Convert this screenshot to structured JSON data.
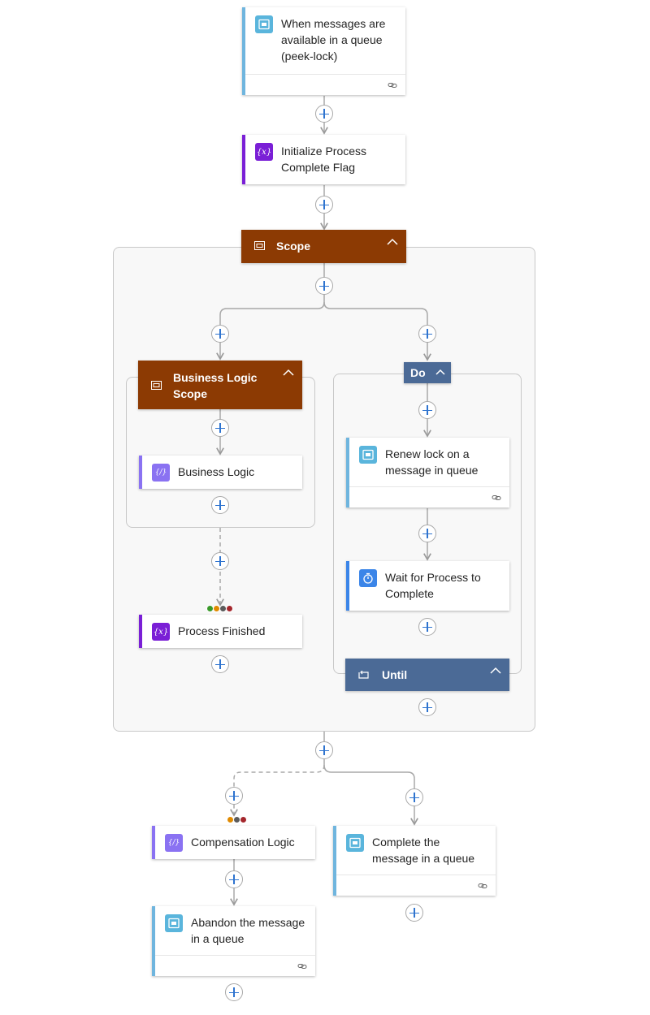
{
  "trigger": {
    "title": "When messages are available in a queue (peek-lock)",
    "icon": "service-bus-icon"
  },
  "init_flag": {
    "title": "Initialize Process Complete Flag",
    "icon": "variable-icon",
    "icon_text": "{x}"
  },
  "scope": {
    "title": "Scope",
    "icon": "scope-icon"
  },
  "business_scope": {
    "title": "Business Logic Scope",
    "icon": "scope-icon"
  },
  "business_logic": {
    "title": "Business Logic",
    "icon": "code-icon",
    "icon_text": "{/}"
  },
  "process_finished": {
    "title": "Process Finished",
    "icon": "variable-icon",
    "icon_text": "{x}"
  },
  "do_loop": {
    "title": "Do",
    "until_title": "Until",
    "icon": "loop-icon"
  },
  "renew_lock": {
    "title": "Renew lock on a message in queue",
    "icon": "service-bus-icon"
  },
  "wait": {
    "title": "Wait for Process to Complete",
    "icon": "timer-icon"
  },
  "compensation": {
    "title": "Compensation Logic",
    "icon": "code-icon",
    "icon_text": "{/}"
  },
  "complete_message": {
    "title": "Complete the message in a queue",
    "icon": "service-bus-icon"
  },
  "abandon_message": {
    "title": "Abandon the message in a queue",
    "icon": "service-bus-icon"
  },
  "colors": {
    "scope_header": "#8c3a03",
    "loop_header": "#4b6a96",
    "service_bus": "#5ab5dc",
    "variable": "#7a1fd6",
    "inline_code": "#8a72f2",
    "schedule": "#3b85e8",
    "run_after_status": [
      "#3a9a2a",
      "#e08a00",
      "#5b5b5b",
      "#a4262c"
    ]
  }
}
